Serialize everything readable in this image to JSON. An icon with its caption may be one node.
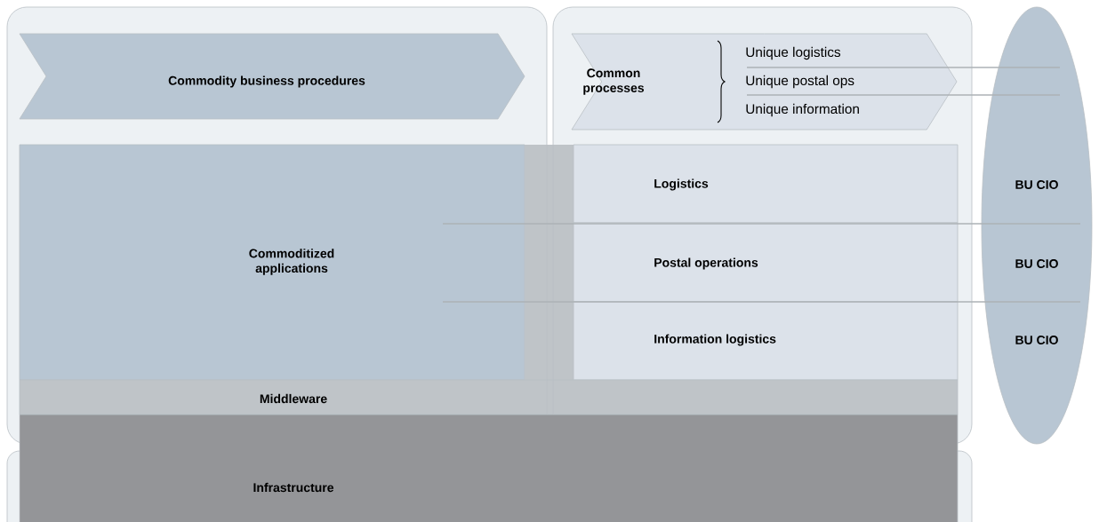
{
  "diagram": {
    "nodes": [
      {
        "text": [],
        "shape": "box"
      },
      {
        "text": [],
        "shape": "box"
      },
      {
        "text": [
          "Commodity business procedures"
        ],
        "in": 0
      },
      {
        "text": [
          "Common processes",
          "Unique logistics",
          "Unique postal ops",
          "Unique information"
        ],
        "in": 1
      },
      {
        "text": [
          "Commoditized applications"
        ],
        "in": 0
      },
      {
        "text": [],
        "shape": "bar"
      },
      {
        "text": [
          "Logistics"
        ],
        "in": 1
      },
      {
        "text": [
          "Postal operations"
        ],
        "in": 1
      },
      {
        "text": [
          "Information logistics"
        ],
        "in": 1
      },
      {
        "text": [
          "Middleware"
        ]
      },
      {
        "text": [
          "Infrastructure"
        ]
      },
      {
        "text": [
          "BU CIO",
          "BU CIO",
          "BU CIO"
        ]
      }
    ]
  }
}
